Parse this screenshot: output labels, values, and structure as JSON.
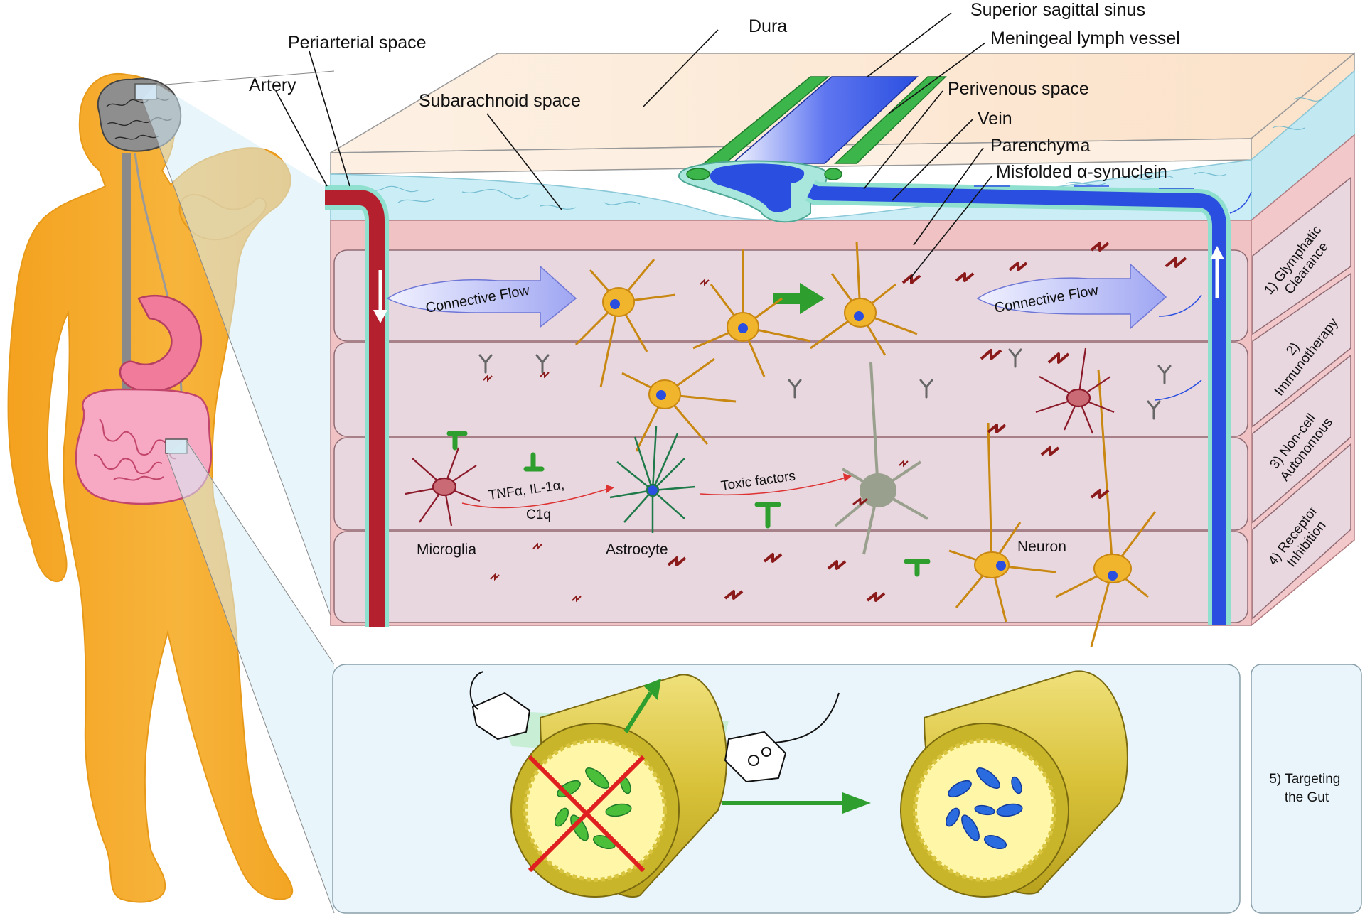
{
  "labels": {
    "periarterial_space": "Periarterial space",
    "artery": "Artery",
    "dura": "Dura",
    "superior_sagittal_sinus": "Superior sagittal sinus",
    "meningeal_lymph_vessel": "Meningeal lymph vessel",
    "perivenous_space": "Perivenous space",
    "subarachnoid_space": "Subarachnoid space",
    "vein": "Vein",
    "parenchyma": "Parenchyma",
    "misfolded": "Misfolded α-synuclein",
    "connective_flow_left": "Connective Flow",
    "connective_flow_right": "Connective Flow",
    "microglia": "Microglia",
    "astrocyte": "Astrocyte",
    "neuron": "Neuron",
    "cytokines_line1": "TNFα, IL-1α,",
    "cytokines_line2": "C1q",
    "toxic_factors": "Toxic factors"
  },
  "strategies": [
    {
      "line1": "1) Glymphatic",
      "line2": "Clearance"
    },
    {
      "line1": "2)",
      "line2": "Immunotherapy"
    },
    {
      "line1": "3) Non-cell",
      "line2": "Autonomous"
    },
    {
      "line1": "4) Receptor",
      "line2": "Inhibition"
    }
  ],
  "gut_strategy": {
    "line1": "5) Targeting",
    "line2": "the Gut"
  },
  "colors": {
    "body": "#f5a623",
    "artery": "#b5202e",
    "vein": "#2a4fe0",
    "lymph": "#3cb54a",
    "csf": "#cbeef6",
    "parenchyma": "#e9d6de",
    "dura": "#fde8d4",
    "neuron": "#f0b52c",
    "astrocyte": "#1f7a4a",
    "synuclein": "#8b1a1a",
    "inhibitor": "#2e9e2e"
  }
}
